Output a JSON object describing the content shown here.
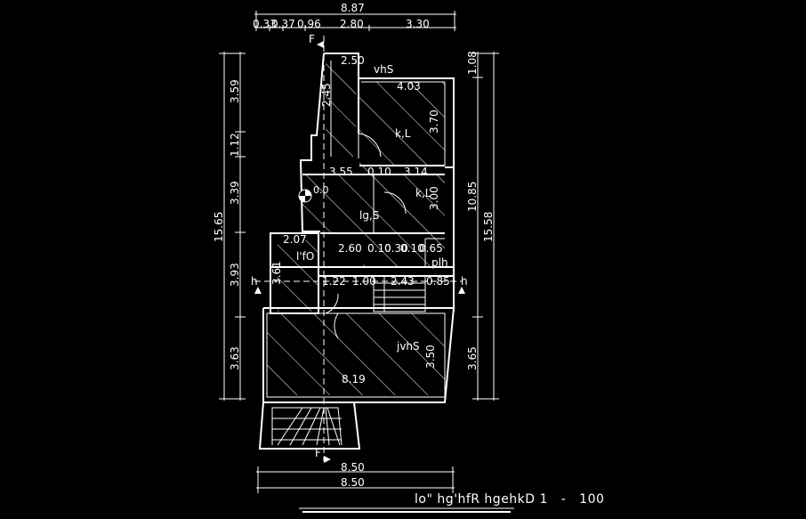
{
  "drawing": {
    "top_dims": {
      "overall": "8.87",
      "segments": [
        "0.33",
        "0.37",
        "0.96",
        "2.80",
        "3.30"
      ]
    },
    "bottom_dims": [
      "8.50",
      "8.50"
    ],
    "left_dims": {
      "overall": "15.65",
      "segments": [
        "3.59",
        "1.12",
        "3.39",
        "3.93",
        "3.63"
      ]
    },
    "right_dims": {
      "overall": "15.58",
      "segments": [
        "1.08",
        "10.85",
        "3.65"
      ]
    },
    "section_markers": {
      "top": "F",
      "bottom": "F",
      "left": "h",
      "right": "h"
    },
    "rooms": [
      {
        "label": "vhS"
      },
      {
        "label": "k,L"
      },
      {
        "label": "k,L"
      },
      {
        "label": "lg,S"
      },
      {
        "label": "l'fO"
      },
      {
        "label": "plh"
      },
      {
        "label": "jvhS"
      }
    ],
    "inner_dims": [
      "2.50",
      "4.03",
      "2.45",
      "3.70",
      "3.55",
      "0.10",
      "3.14",
      "3.00",
      "2.07",
      "2.60",
      "0.10",
      "0.30",
      "0.10",
      "0.65",
      "3.61",
      "1.22",
      "1.00",
      "2.43",
      "0.85",
      "3.50",
      "8.19"
    ],
    "level_mark": "0.0",
    "title": "lo\" hg'hfR hgehkD 1   -   100"
  }
}
